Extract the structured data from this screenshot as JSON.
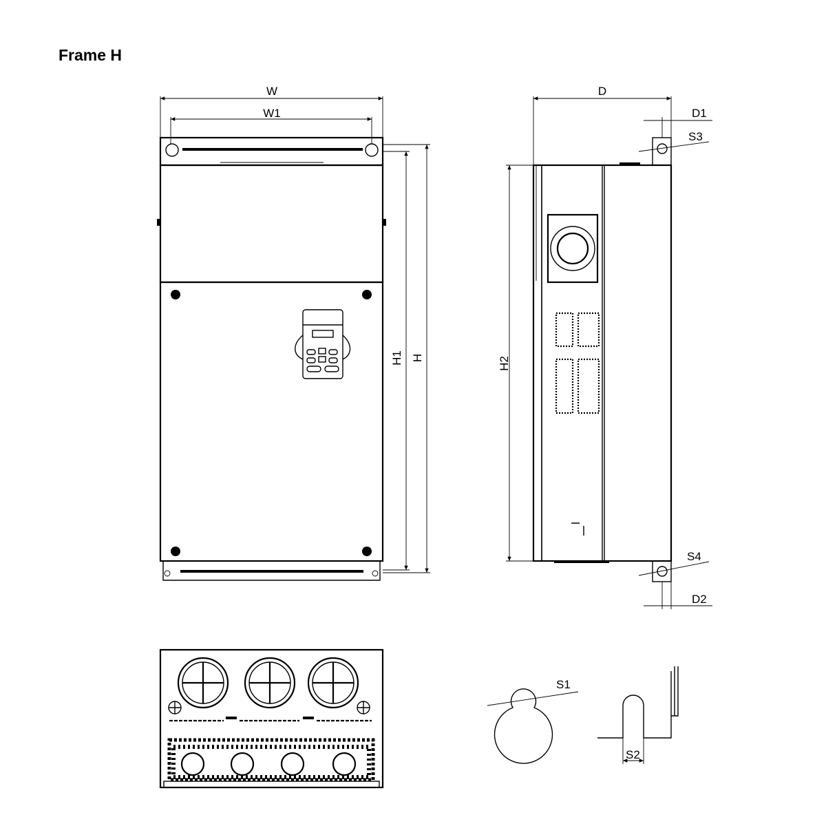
{
  "title": "Frame H",
  "front_view": {
    "labels": {
      "w": "W",
      "w1": "W1",
      "h": "H",
      "h1": "H1"
    }
  },
  "side_view": {
    "labels": {
      "d": "D",
      "d1": "D1",
      "d2": "D2",
      "s3": "S3",
      "s4": "S4",
      "h2": "H2"
    }
  },
  "detail_views": {
    "labels": {
      "s1": "S1",
      "s2": "S2"
    }
  }
}
